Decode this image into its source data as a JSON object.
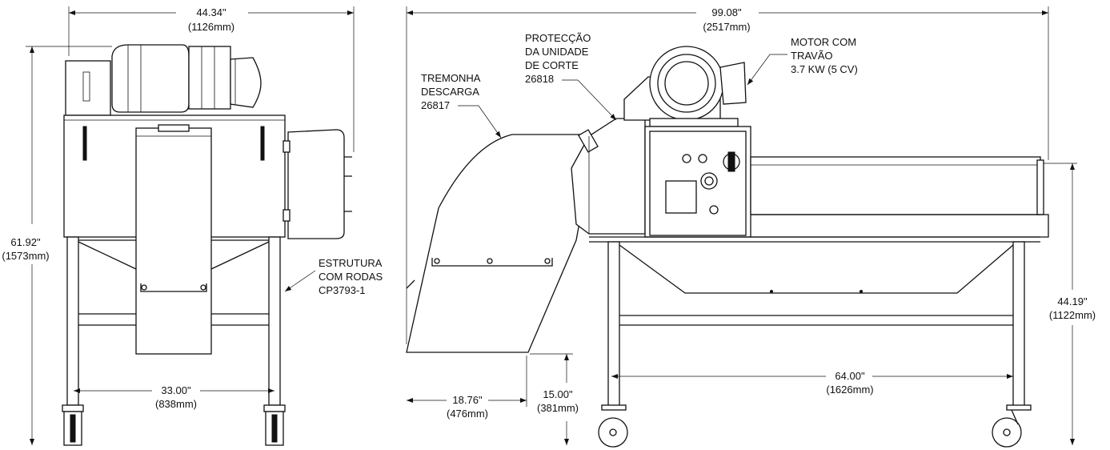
{
  "dimensions": {
    "front_width": {
      "in": "44.34\"",
      "mm": "(1126mm)"
    },
    "front_height": {
      "in": "61.92\"",
      "mm": "(1573mm)"
    },
    "front_wheel_span": {
      "in": "33.00\"",
      "mm": "(838mm)"
    },
    "side_length": {
      "in": "99.08\"",
      "mm": "(2517mm)"
    },
    "side_conveyor_height": {
      "in": "44.19\"",
      "mm": "(1122mm)"
    },
    "side_wheel_span": {
      "in": "64.00\"",
      "mm": "(1626mm)"
    },
    "hopper_overhang": {
      "in": "18.76\"",
      "mm": "(476mm)"
    },
    "hopper_clearance": {
      "in": "15.00\"",
      "mm": "(381mm)"
    }
  },
  "callouts": {
    "frame": [
      "ESTRUTURA",
      "COM RODAS",
      "CP3793-1"
    ],
    "hopper": [
      "TREMONHA",
      "DESCARGA",
      "26817"
    ],
    "guard": [
      "PROTECÇÃO",
      "DA UNIDADE",
      "DE CORTE",
      "26818"
    ],
    "motor": [
      "MOTOR COM",
      "TRAVÃO",
      "3.7 KW (5 CV)"
    ]
  }
}
